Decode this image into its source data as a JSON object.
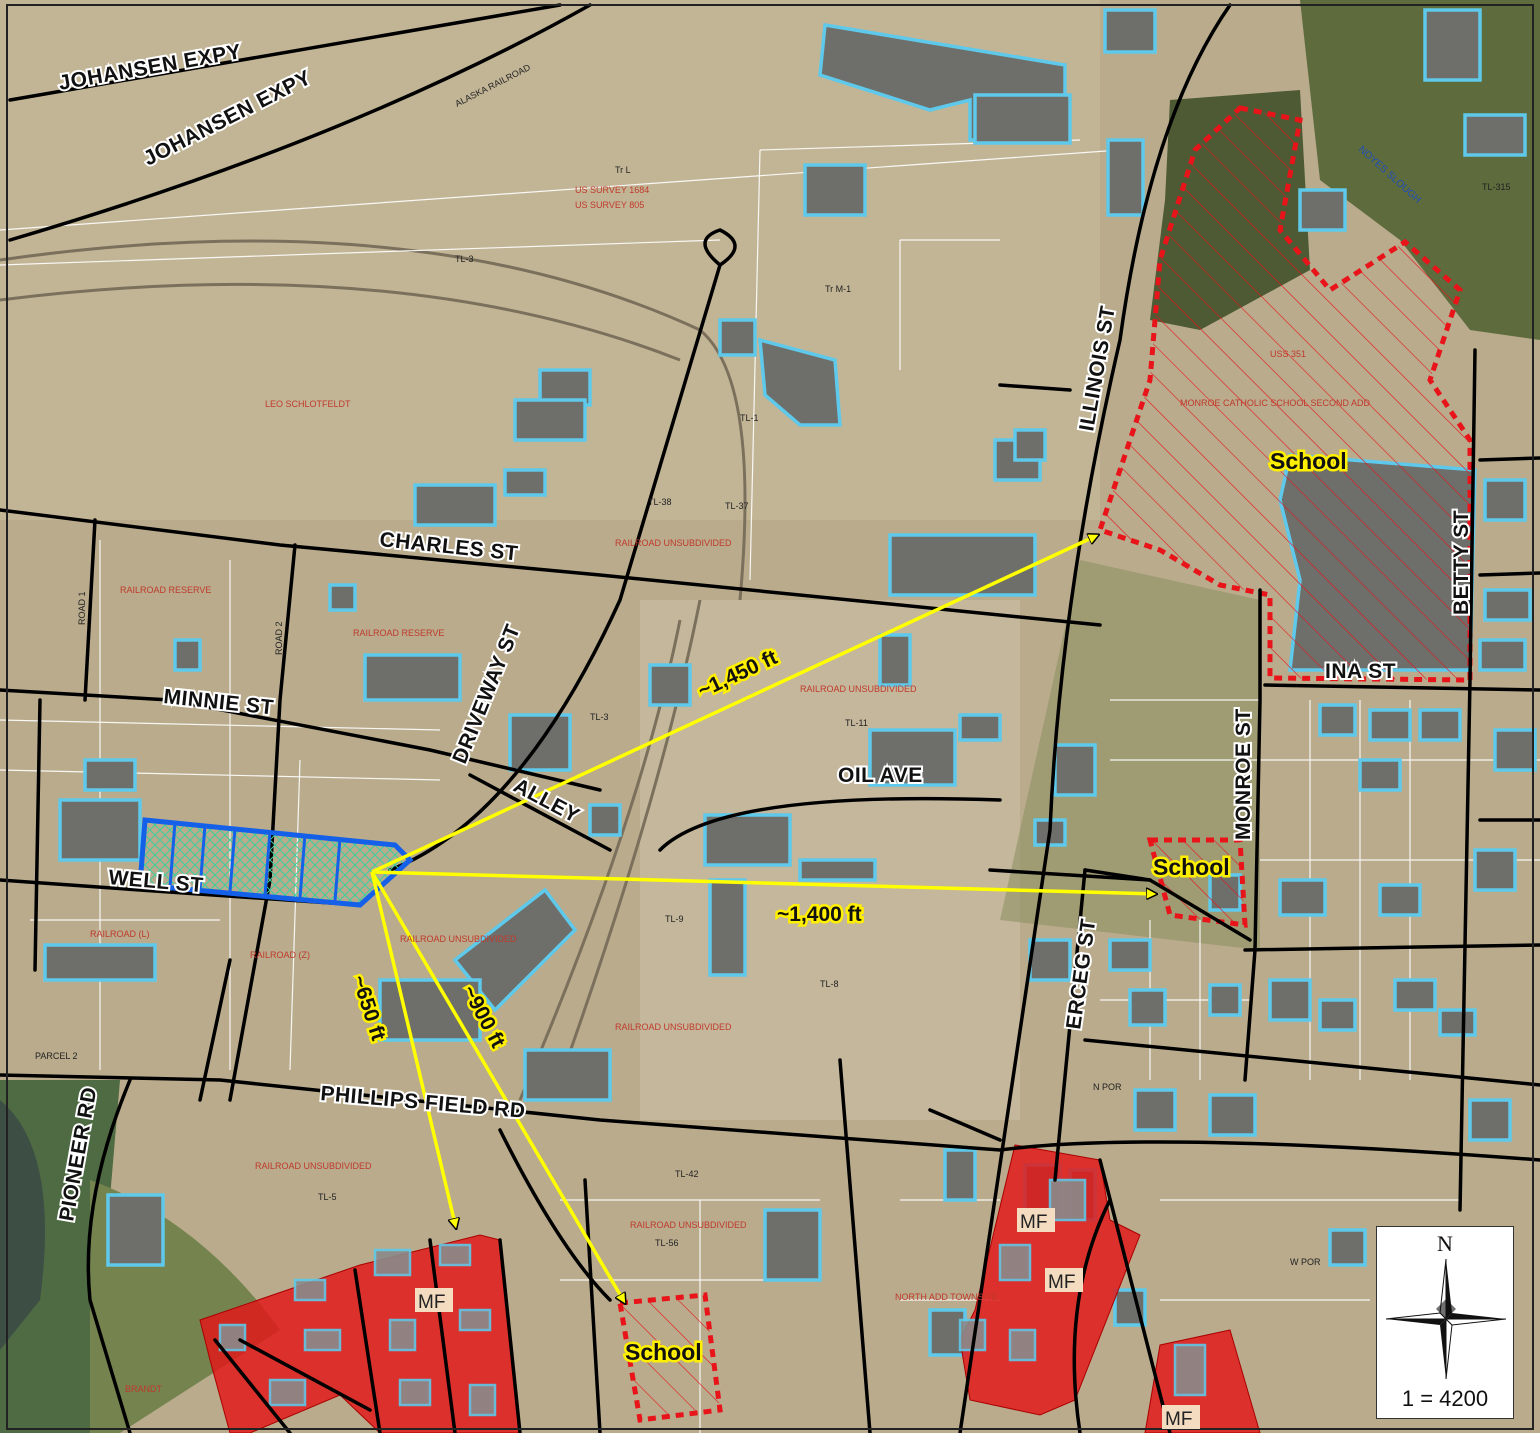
{
  "roads": {
    "johansen_1": "JOHANSEN EXPY",
    "johansen_2": "JOHANSEN EXPY",
    "alaska_railroad": "ALASKA RAILROAD",
    "illinois": "ILLINOIS ST",
    "charles": "CHARLES ST",
    "driveway": "DRIVEWAY ST",
    "minnie": "MINNIE ST",
    "alley": "ALLEY",
    "oil": "OIL AVE",
    "well": "WELL ST",
    "monroe": "MONROE ST",
    "erceg": "ERCEG ST",
    "betty": "BETTY ST",
    "ina": "INA ST",
    "phillips": "PHILLIPS FIELD RD",
    "pioneer": "PIONEER RD",
    "noyes_slough": "NOYES SLOUGH",
    "road_1": "ROAD 1",
    "road_2": "ROAD 2"
  },
  "distances": {
    "north_school": "~1,450 ft",
    "east_school": "~1,400 ft",
    "south_mf": "~650 ft",
    "south_school": "~900 ft"
  },
  "schools": {
    "north": "School",
    "east": "School",
    "south": "School"
  },
  "multifamily": {
    "mf_1": "MF",
    "mf_2": "MF",
    "mf_3": "MF",
    "mf_4": "MF"
  },
  "parcels": {
    "us_survey_1": "US SURVEY 1684",
    "us_survey_2": "US SURVEY 805",
    "railroad_reserve_f": "RAILROAD RESERVE",
    "railroad_reserve_g": "RAILROAD RESERVE",
    "railroad_unsub_1": "RAILROAD UNSUBDIVIDED",
    "railroad_unsub_2": "RAILROAD UNSUBDIVIDED",
    "railroad_unsub_3": "RAILROAD UNSUBDIVIDED",
    "railroad_unsub_4": "RAILROAD UNSUBDIVIDED",
    "railroad_unsub_5": "RAILROAD UNSUBDIVIDED",
    "railroad_unsub_6": "RAILROAD UNSUBDIVIDED",
    "leo_schlotfeldt": "LEO SCHLOTFELDT",
    "monroe_catholic": "MONROE CATHOLIC SCHOOL SECOND ADD",
    "north_add_townsite": "NORTH ADD TOWNSITE",
    "us_survey_351": "USS 351",
    "tl_3": "TL-3",
    "tl_37": "TL-37",
    "tl_38": "TL-38",
    "tl_42": "TL-42",
    "tl_5": "TL-5",
    "tl_56": "TL-56",
    "tl_8": "TL-8",
    "tl_9": "TL-9",
    "tl_315": "TL-315",
    "tl_11": "TL-11",
    "tl_1": "TL-1",
    "tr_m1": "Tr M-1",
    "tr_l": "Tr L",
    "brandt": "BRANDT",
    "parcel_2": "PARCEL 2",
    "n_por": "N POR",
    "w_por": "W POR",
    "railroad_l": "RAILROAD (L)",
    "railroad_z": "RAILROAD (Z)"
  },
  "legend": {
    "north": "N",
    "scale": "1 = 4200"
  },
  "colors": {
    "subject_site": "#1560e8",
    "arrow": "#ffff00",
    "school_outline": "#e8141a",
    "multifamily_fill": "#e11a1a",
    "building_outline": "#5ec9ea",
    "road": "#000000"
  }
}
